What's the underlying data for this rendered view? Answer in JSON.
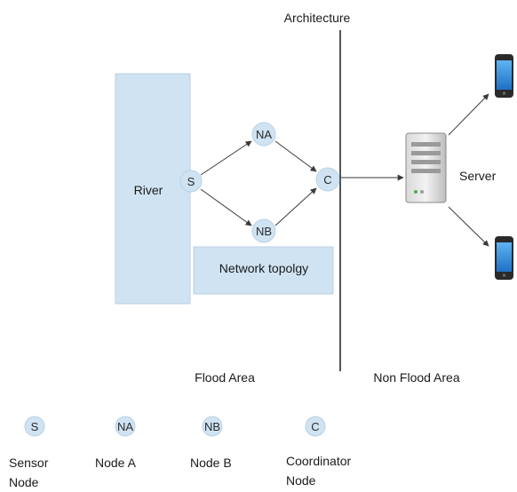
{
  "title": "Architecture",
  "river_label": "River",
  "topology_label": "Network topolgy",
  "server_label": "Server",
  "flood_area_label": "Flood Area",
  "non_flood_area_label": "Non Flood Area",
  "nodes": {
    "sensor": "S",
    "node_a": "NA",
    "node_b": "NB",
    "coordinator": "C"
  },
  "legend": [
    {
      "symbol": "S",
      "line1": "Sensor",
      "line2": "Node"
    },
    {
      "symbol": "NA",
      "line1": "Node A",
      "line2": ""
    },
    {
      "symbol": "NB",
      "line1": "Node B",
      "line2": ""
    },
    {
      "symbol": "C",
      "line1": "Coordinator",
      "line2": "Node"
    }
  ],
  "colors": {
    "node_fill": "#cfe3f2",
    "river_fill": "#cfe3f2",
    "topology_fill": "#cfe3f2",
    "phone_screen": "#2f8fe0"
  },
  "icons": [
    "server-icon",
    "smartphone-icon"
  ]
}
